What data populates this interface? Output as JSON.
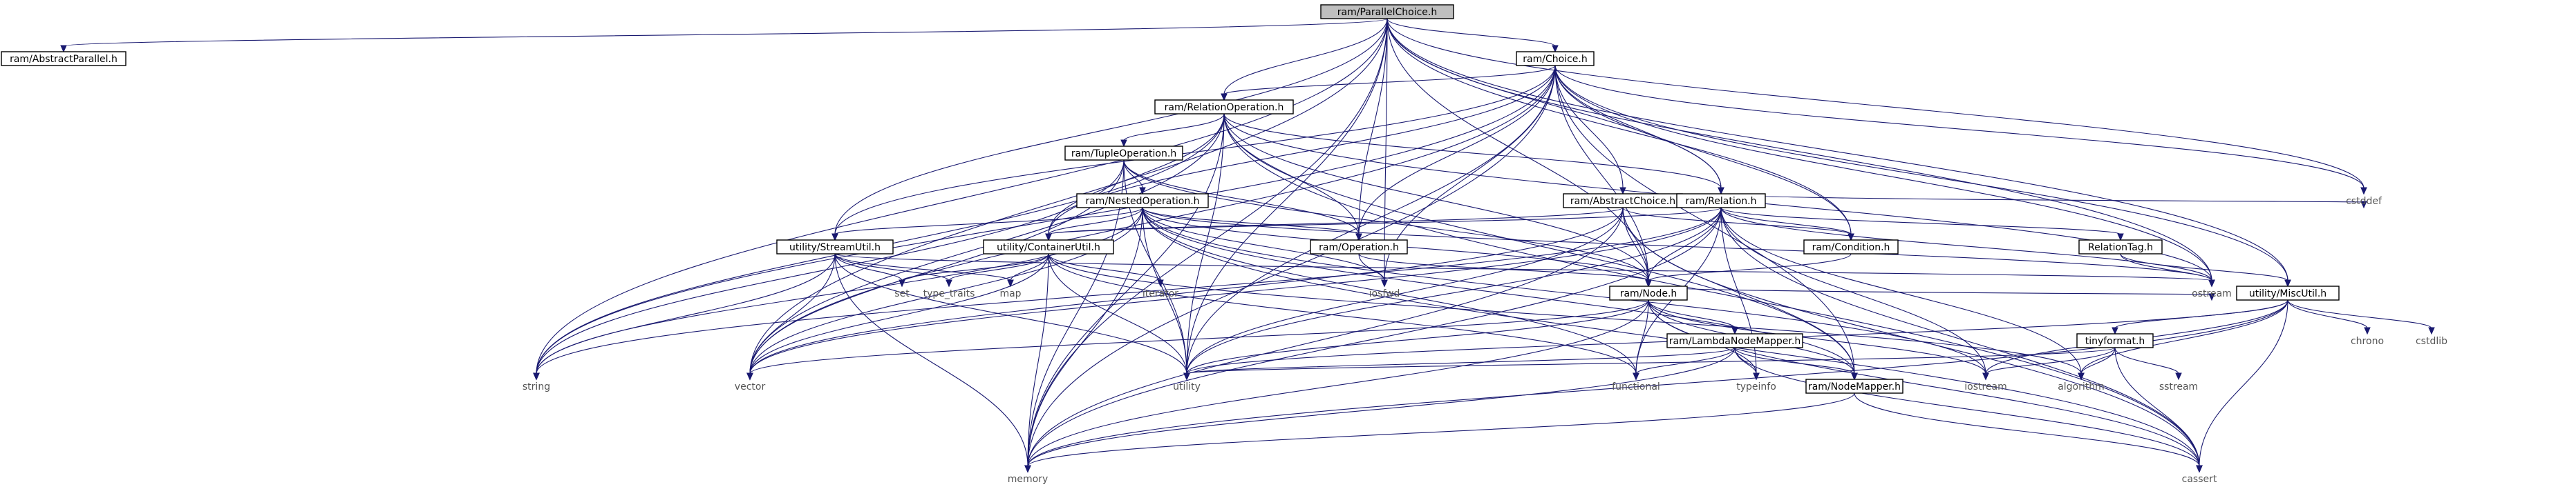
{
  "title": "ram/ParallelChoice.h",
  "colors": {
    "edge": "#191970",
    "root_fill": "#bfbfbf",
    "node_fill": "#ffffff",
    "system_text": "#555555"
  },
  "nodes": [
    {
      "id": "parallelchoice",
      "label": "ram/ParallelChoice.h",
      "kind": "root"
    },
    {
      "id": "abstractparallel",
      "label": "ram/AbstractParallel.h",
      "kind": "file"
    },
    {
      "id": "choice",
      "label": "ram/Choice.h",
      "kind": "file"
    },
    {
      "id": "relationoperation",
      "label": "ram/RelationOperation.h",
      "kind": "file"
    },
    {
      "id": "tupleoperation",
      "label": "ram/TupleOperation.h",
      "kind": "file"
    },
    {
      "id": "nestedoperation",
      "label": "ram/NestedOperation.h",
      "kind": "file"
    },
    {
      "id": "abstractchoice",
      "label": "ram/AbstractChoice.h",
      "kind": "file"
    },
    {
      "id": "relation",
      "label": "ram/Relation.h",
      "kind": "file"
    },
    {
      "id": "streamutil",
      "label": "utility/StreamUtil.h",
      "kind": "file"
    },
    {
      "id": "containerutil",
      "label": "utility/ContainerUtil.h",
      "kind": "file"
    },
    {
      "id": "operation",
      "label": "ram/Operation.h",
      "kind": "file"
    },
    {
      "id": "condition",
      "label": "ram/Condition.h",
      "kind": "file"
    },
    {
      "id": "relationtag",
      "label": "RelationTag.h",
      "kind": "file"
    },
    {
      "id": "node",
      "label": "ram/Node.h",
      "kind": "file"
    },
    {
      "id": "miscutil",
      "label": "utility/MiscUtil.h",
      "kind": "file"
    },
    {
      "id": "lambdanodemapper",
      "label": "ram/LambdaNodeMapper.h",
      "kind": "file"
    },
    {
      "id": "tinyformat",
      "label": "tinyformat.h",
      "kind": "file"
    },
    {
      "id": "nodemapper",
      "label": "ram/NodeMapper.h",
      "kind": "file"
    },
    {
      "id": "cstddef",
      "label": "cstddef",
      "kind": "system"
    },
    {
      "id": "ostream",
      "label": "ostream",
      "kind": "system"
    },
    {
      "id": "iosfwd",
      "label": "iosfwd",
      "kind": "system"
    },
    {
      "id": "set",
      "label": "set",
      "kind": "system"
    },
    {
      "id": "type_traits",
      "label": "type_traits",
      "kind": "system"
    },
    {
      "id": "map",
      "label": "map",
      "kind": "system"
    },
    {
      "id": "iterator",
      "label": "iterator",
      "kind": "system"
    },
    {
      "id": "chrono",
      "label": "chrono",
      "kind": "system"
    },
    {
      "id": "cstdlib",
      "label": "cstdlib",
      "kind": "system"
    },
    {
      "id": "string",
      "label": "string",
      "kind": "system"
    },
    {
      "id": "vector",
      "label": "vector",
      "kind": "system"
    },
    {
      "id": "utility",
      "label": "utility",
      "kind": "system"
    },
    {
      "id": "functional",
      "label": "functional",
      "kind": "system"
    },
    {
      "id": "typeinfo",
      "label": "typeinfo",
      "kind": "system"
    },
    {
      "id": "iostream",
      "label": "iostream",
      "kind": "system"
    },
    {
      "id": "algorithm",
      "label": "algorithm",
      "kind": "system"
    },
    {
      "id": "sstream",
      "label": "sstream",
      "kind": "system"
    },
    {
      "id": "memory",
      "label": "memory",
      "kind": "system"
    },
    {
      "id": "cassert",
      "label": "cassert",
      "kind": "system"
    }
  ],
  "edges": [
    [
      "parallelchoice",
      "abstractparallel"
    ],
    [
      "parallelchoice",
      "choice"
    ],
    [
      "parallelchoice",
      "relationoperation"
    ],
    [
      "parallelchoice",
      "relation"
    ],
    [
      "parallelchoice",
      "operation"
    ],
    [
      "parallelchoice",
      "condition"
    ],
    [
      "parallelchoice",
      "node"
    ],
    [
      "parallelchoice",
      "streamutil"
    ],
    [
      "parallelchoice",
      "miscutil"
    ],
    [
      "parallelchoice",
      "memory"
    ],
    [
      "parallelchoice",
      "string"
    ],
    [
      "parallelchoice",
      "utility"
    ],
    [
      "parallelchoice",
      "vector"
    ],
    [
      "parallelchoice",
      "iosfwd"
    ],
    [
      "parallelchoice",
      "ostream"
    ],
    [
      "parallelchoice",
      "cstddef"
    ],
    [
      "choice",
      "relationoperation"
    ],
    [
      "choice",
      "abstractchoice"
    ],
    [
      "choice",
      "relation"
    ],
    [
      "choice",
      "operation"
    ],
    [
      "choice",
      "condition"
    ],
    [
      "choice",
      "node"
    ],
    [
      "choice",
      "containerutil"
    ],
    [
      "choice",
      "streamutil"
    ],
    [
      "choice",
      "miscutil"
    ],
    [
      "choice",
      "iosfwd"
    ],
    [
      "choice",
      "memory"
    ],
    [
      "choice",
      "ostream"
    ],
    [
      "choice",
      "string"
    ],
    [
      "choice",
      "utility"
    ],
    [
      "choice",
      "vector"
    ],
    [
      "choice",
      "cstddef"
    ],
    [
      "choice",
      "nodemapper"
    ],
    [
      "relationoperation",
      "tupleoperation"
    ],
    [
      "relationoperation",
      "relation"
    ],
    [
      "relationoperation",
      "operation"
    ],
    [
      "relationoperation",
      "node"
    ],
    [
      "relationoperation",
      "containerutil"
    ],
    [
      "relationoperation",
      "string"
    ],
    [
      "relationoperation",
      "vector"
    ],
    [
      "relationoperation",
      "memory"
    ],
    [
      "relationoperation",
      "utility"
    ],
    [
      "relationoperation",
      "ostream"
    ],
    [
      "relationoperation",
      "cassert"
    ],
    [
      "relationoperation",
      "nodemapper"
    ],
    [
      "tupleoperation",
      "nestedoperation"
    ],
    [
      "tupleoperation",
      "operation"
    ],
    [
      "tupleoperation",
      "node"
    ],
    [
      "tupleoperation",
      "memory"
    ],
    [
      "tupleoperation",
      "string"
    ],
    [
      "tupleoperation",
      "vector"
    ],
    [
      "tupleoperation",
      "utility"
    ],
    [
      "nestedoperation",
      "operation"
    ],
    [
      "nestedoperation",
      "node"
    ],
    [
      "nestedoperation",
      "containerutil"
    ],
    [
      "nestedoperation",
      "streamutil"
    ],
    [
      "nestedoperation",
      "iosfwd"
    ],
    [
      "nestedoperation",
      "memory"
    ],
    [
      "nestedoperation",
      "ostream"
    ],
    [
      "nestedoperation",
      "string"
    ],
    [
      "nestedoperation",
      "utility"
    ],
    [
      "nestedoperation",
      "vector"
    ],
    [
      "nestedoperation",
      "cassert"
    ],
    [
      "nestedoperation",
      "functional"
    ],
    [
      "nestedoperation",
      "nodemapper"
    ],
    [
      "nestedoperation",
      "iostream"
    ],
    [
      "abstractchoice",
      "condition"
    ],
    [
      "abstractchoice",
      "node"
    ],
    [
      "abstractchoice",
      "containerutil"
    ],
    [
      "abstractchoice",
      "memory"
    ],
    [
      "abstractchoice",
      "utility"
    ],
    [
      "abstractchoice",
      "vector"
    ],
    [
      "abstractchoice",
      "cassert"
    ],
    [
      "abstractchoice",
      "nodemapper"
    ],
    [
      "relation",
      "relationtag"
    ],
    [
      "relation",
      "node"
    ],
    [
      "relation",
      "condition"
    ],
    [
      "relation",
      "containerutil"
    ],
    [
      "relation",
      "cstddef"
    ],
    [
      "relation",
      "cassert"
    ],
    [
      "relation",
      "memory"
    ],
    [
      "relation",
      "ostream"
    ],
    [
      "relation",
      "string"
    ],
    [
      "relation",
      "utility"
    ],
    [
      "relation",
      "vector"
    ],
    [
      "relation",
      "functional"
    ],
    [
      "relation",
      "typeinfo"
    ],
    [
      "relation",
      "iostream"
    ],
    [
      "relation",
      "algorithm"
    ],
    [
      "streamutil",
      "set"
    ],
    [
      "streamutil",
      "type_traits"
    ],
    [
      "streamutil",
      "map"
    ],
    [
      "streamutil",
      "memory"
    ],
    [
      "streamutil",
      "string"
    ],
    [
      "streamutil",
      "utility"
    ],
    [
      "streamutil",
      "vector"
    ],
    [
      "streamutil",
      "ostream"
    ],
    [
      "containerutil",
      "set"
    ],
    [
      "containerutil",
      "type_traits"
    ],
    [
      "containerutil",
      "map"
    ],
    [
      "containerutil",
      "iterator"
    ],
    [
      "containerutil",
      "memory"
    ],
    [
      "containerutil",
      "utility"
    ],
    [
      "containerutil",
      "vector"
    ],
    [
      "containerutil",
      "functional"
    ],
    [
      "containerutil",
      "algorithm"
    ],
    [
      "operation",
      "node"
    ],
    [
      "operation",
      "iosfwd"
    ],
    [
      "condition",
      "node"
    ],
    [
      "relationtag",
      "ostream"
    ],
    [
      "relationtag",
      "miscutil"
    ],
    [
      "node",
      "lambdanodemapper"
    ],
    [
      "node",
      "nodemapper"
    ],
    [
      "node",
      "memory"
    ],
    [
      "node",
      "utility"
    ],
    [
      "node",
      "vector"
    ],
    [
      "node",
      "functional"
    ],
    [
      "node",
      "typeinfo"
    ],
    [
      "node",
      "cassert"
    ],
    [
      "node",
      "iostream"
    ],
    [
      "node",
      "ostream"
    ],
    [
      "lambdanodemapper",
      "nodemapper"
    ],
    [
      "lambdanodemapper",
      "memory"
    ],
    [
      "lambdanodemapper",
      "functional"
    ],
    [
      "lambdanodemapper",
      "typeinfo"
    ],
    [
      "lambdanodemapper",
      "utility"
    ],
    [
      "lambdanodemapper",
      "cassert"
    ],
    [
      "miscutil",
      "tinyformat"
    ],
    [
      "miscutil",
      "chrono"
    ],
    [
      "miscutil",
      "cstdlib"
    ],
    [
      "miscutil",
      "memory"
    ],
    [
      "miscutil",
      "utility"
    ],
    [
      "miscutil",
      "cassert"
    ],
    [
      "miscutil",
      "iostream"
    ],
    [
      "miscutil",
      "algorithm"
    ],
    [
      "tinyformat",
      "iostream"
    ],
    [
      "tinyformat",
      "sstream"
    ],
    [
      "tinyformat",
      "algorithm"
    ],
    [
      "tinyformat",
      "cassert"
    ],
    [
      "tinyformat",
      "utility"
    ],
    [
      "nodemapper",
      "memory"
    ],
    [
      "nodemapper",
      "cassert"
    ]
  ]
}
